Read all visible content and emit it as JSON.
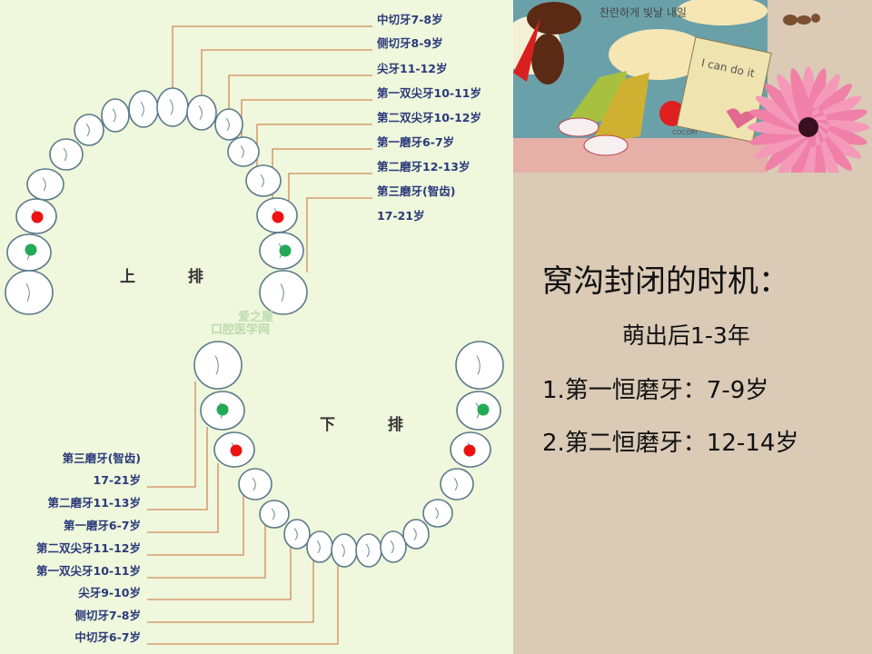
{
  "diagram": {
    "upper_arch_label": "上 排",
    "lower_arch_label": "下 排",
    "watermark": [
      "爱之屋",
      "口腔医学网"
    ],
    "upper_labels": [
      "中切牙7-8岁",
      "侧切牙8-9岁",
      "尖牙11-12岁",
      "第一双尖牙10-11岁",
      "第二双尖牙10-12岁",
      "第一磨牙6-7岁",
      "第二磨牙12-13岁",
      "第三磨牙(智齿)",
      "17-21岁"
    ],
    "lower_labels": [
      "第三磨牙(智齿)",
      "17-21岁",
      "第二磨牙11-13岁",
      "第一磨牙6-7岁",
      "第二双尖牙11-12岁",
      "第一双尖牙10-11岁",
      "尖牙9-10岁",
      "侧切牙7-8岁",
      "中切牙6-7岁"
    ],
    "colors": {
      "first_molar_marker": "#22aa55",
      "second_molar_marker": "#ee1111",
      "leader_line": "#d08a5a"
    }
  },
  "decoration": {
    "note_text": "I can do it",
    "korean_caption": "찬란하게 빛날 내일",
    "brand": "COCORI"
  },
  "content": {
    "title": "窝沟封闭的时机：",
    "subtitle": "萌出后1-3年",
    "items": [
      "1.第一恒磨牙：7-9岁",
      "2.第二恒磨牙：12-14岁"
    ]
  }
}
